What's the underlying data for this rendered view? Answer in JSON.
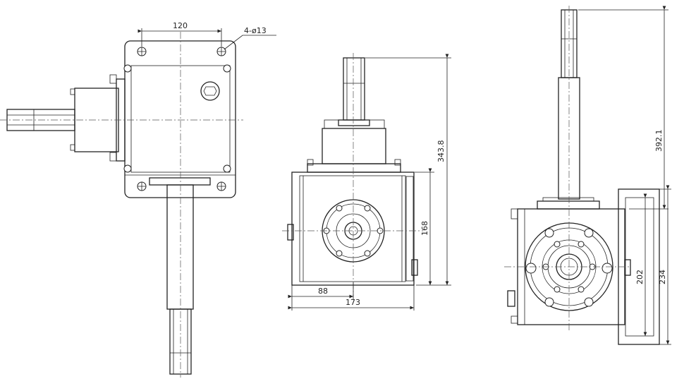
{
  "dimensions": {
    "top_hole_spacing": "120",
    "hole_callout": "4-ø13",
    "front_height": "343.8",
    "front_body_height": "168",
    "front_offset": "88",
    "front_width": "173",
    "side_height": "392.1",
    "side_inner": "202",
    "side_outer": "234"
  }
}
